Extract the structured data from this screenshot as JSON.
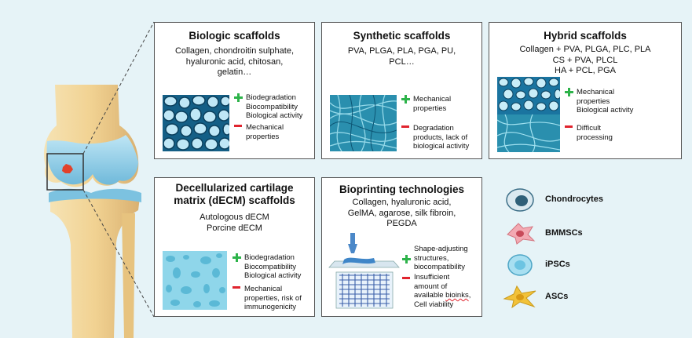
{
  "panels": {
    "biologic": {
      "title": "Biologic scaffolds",
      "materials": "Collagen, chondroitin sulphate,\nhyaluronic acid, chitosan,\ngelatin…",
      "pros": "Biodegradation\nBiocompatibility\nBiological activity",
      "cons": "Mechanical\nproperties"
    },
    "synthetic": {
      "title": "Synthetic scaffolds",
      "materials": "PVA, PLGA, PLA, PGA, PU,\nPCL…",
      "pros": "Mechanical\nproperties",
      "cons": "Degradation\nproducts, lack of\nbiological activity"
    },
    "hybrid": {
      "title": "Hybrid scaffolds",
      "materials": "Collagen + PVA, PLGA, PLC, PLA\nCS + PVA, PLCL\nHA + PCL, PGA",
      "pros": "Mechanical\nproperties\nBiological activity",
      "cons": "Difficult\nprocessing"
    },
    "decm": {
      "title": "Decellularized cartilage\nmatrix (dECM) scaffolds",
      "materials": "Autologous dECM\nPorcine dECM",
      "pros": "Biodegradation\nBiocompatibility\nBiological activity",
      "cons": "Mechanical\nproperties, risk of\nimmunogenicity"
    },
    "bioprinting": {
      "title": "Bioprinting technologies",
      "materials": "Collagen, hyaluronic acid,\nGelMA, agarose, silk fibroin,\nPEGDA",
      "pros": "Shape-adjusting\nstructures,\nbiocompatibility",
      "cons_line1": "Insufficient\namount of\navailable ",
      "cons_word": "bioinks",
      "cons_line2": ",\nCell viability"
    }
  },
  "legend": [
    {
      "label": "Chondrocytes",
      "icon": "chondrocyte-icon"
    },
    {
      "label": "BMMSCs",
      "icon": "bmmsc-icon"
    },
    {
      "label": "iPSCs",
      "icon": "ipsc-icon"
    },
    {
      "label": "ASCs",
      "icon": "asc-icon"
    }
  ],
  "colors": {
    "background": "#e6f3f7",
    "plus": "#2db34a",
    "minus": "#e0242e",
    "cartilage": "#8fd0ea",
    "bone": "#f3d9a3"
  }
}
